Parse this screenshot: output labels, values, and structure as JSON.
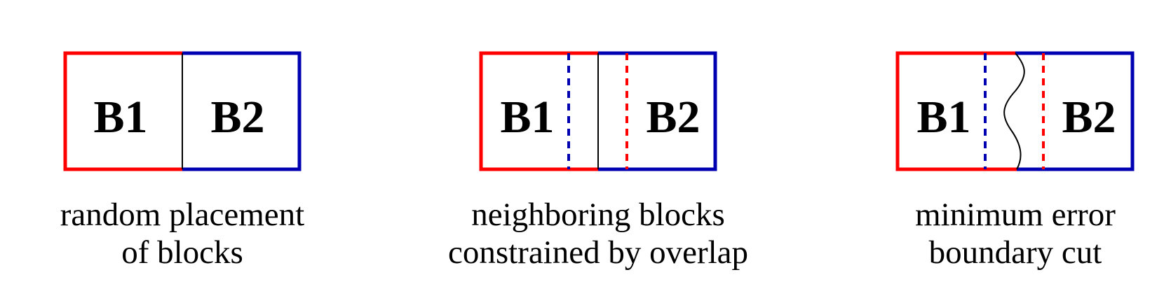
{
  "panels": [
    {
      "b1": "B1",
      "b2": "B2",
      "caption_line1": "random placement",
      "caption_line2": "of blocks"
    },
    {
      "b1": "B1",
      "b2": "B2",
      "caption_line1": "neighboring blocks",
      "caption_line2": "constrained by overlap"
    },
    {
      "b1": "B1",
      "b2": "B2",
      "caption_line1": "minimum error",
      "caption_line2": "boundary cut"
    }
  ],
  "colors": {
    "b1": "#ff0000",
    "b2": "#0000b3",
    "divider": "#000000"
  }
}
